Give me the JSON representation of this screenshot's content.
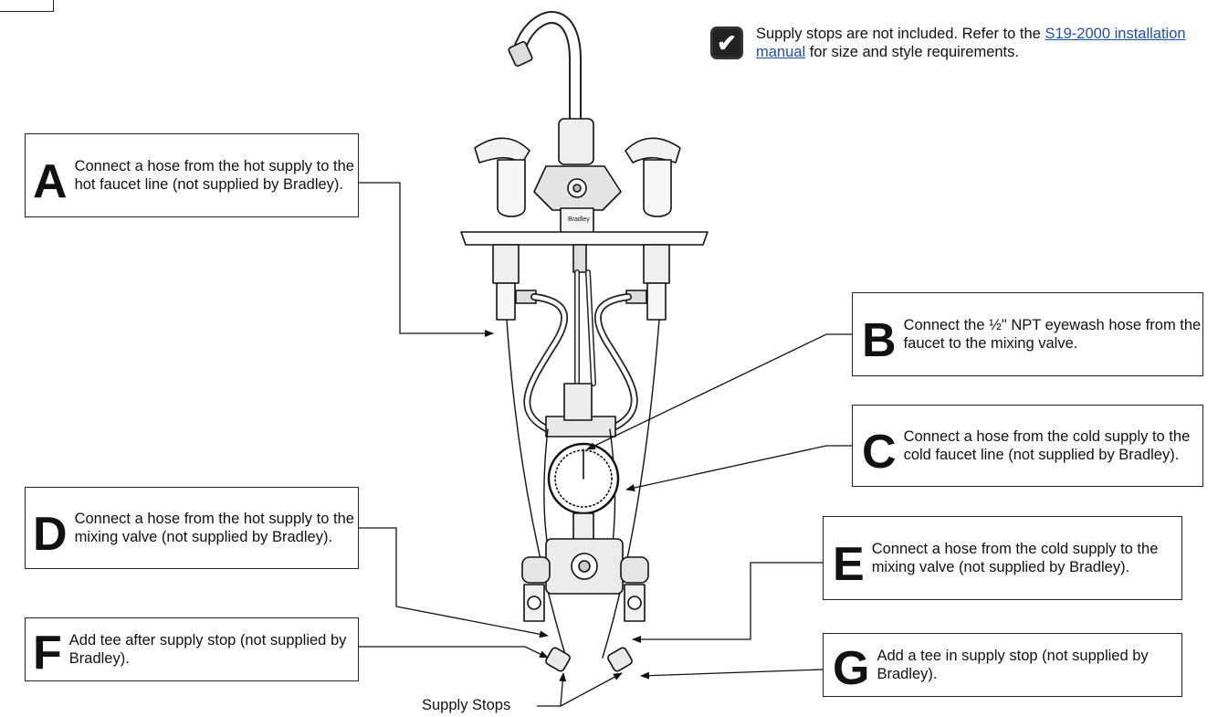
{
  "note": {
    "icon": "checkmark-icon",
    "text_before": "Supply stops are not included. Refer to the ",
    "link_text": "S19-2000 installation manual",
    "text_after": " for size and style requirements."
  },
  "callouts": {
    "a": {
      "letter": "A",
      "text": "Connect a hose from the hot supply to the hot faucet line (not supplied by Bradley)."
    },
    "b": {
      "letter": "B",
      "text": "Connect the ½\" NPT eyewash hose from the faucet to the mixing valve."
    },
    "c": {
      "letter": "C",
      "text": "Connect a hose from the cold supply to the cold faucet line (not supplied by Bradley)."
    },
    "d": {
      "letter": "D",
      "text": "Connect a hose from the hot supply to the mixing valve (not supplied by Bradley)."
    },
    "e": {
      "letter": "E",
      "text": "Connect a hose from the cold supply to the mixing valve (not supplied by Bradley)."
    },
    "f": {
      "letter": "F",
      "text": "Add tee after supply stop (not supplied by Bradley)."
    },
    "g": {
      "letter": "G",
      "text": "Add a tee in supply stop (not supplied by Bradley)."
    }
  },
  "supply_stops_label": "Supply Stops",
  "faucet_brand_mark": "Bradley"
}
